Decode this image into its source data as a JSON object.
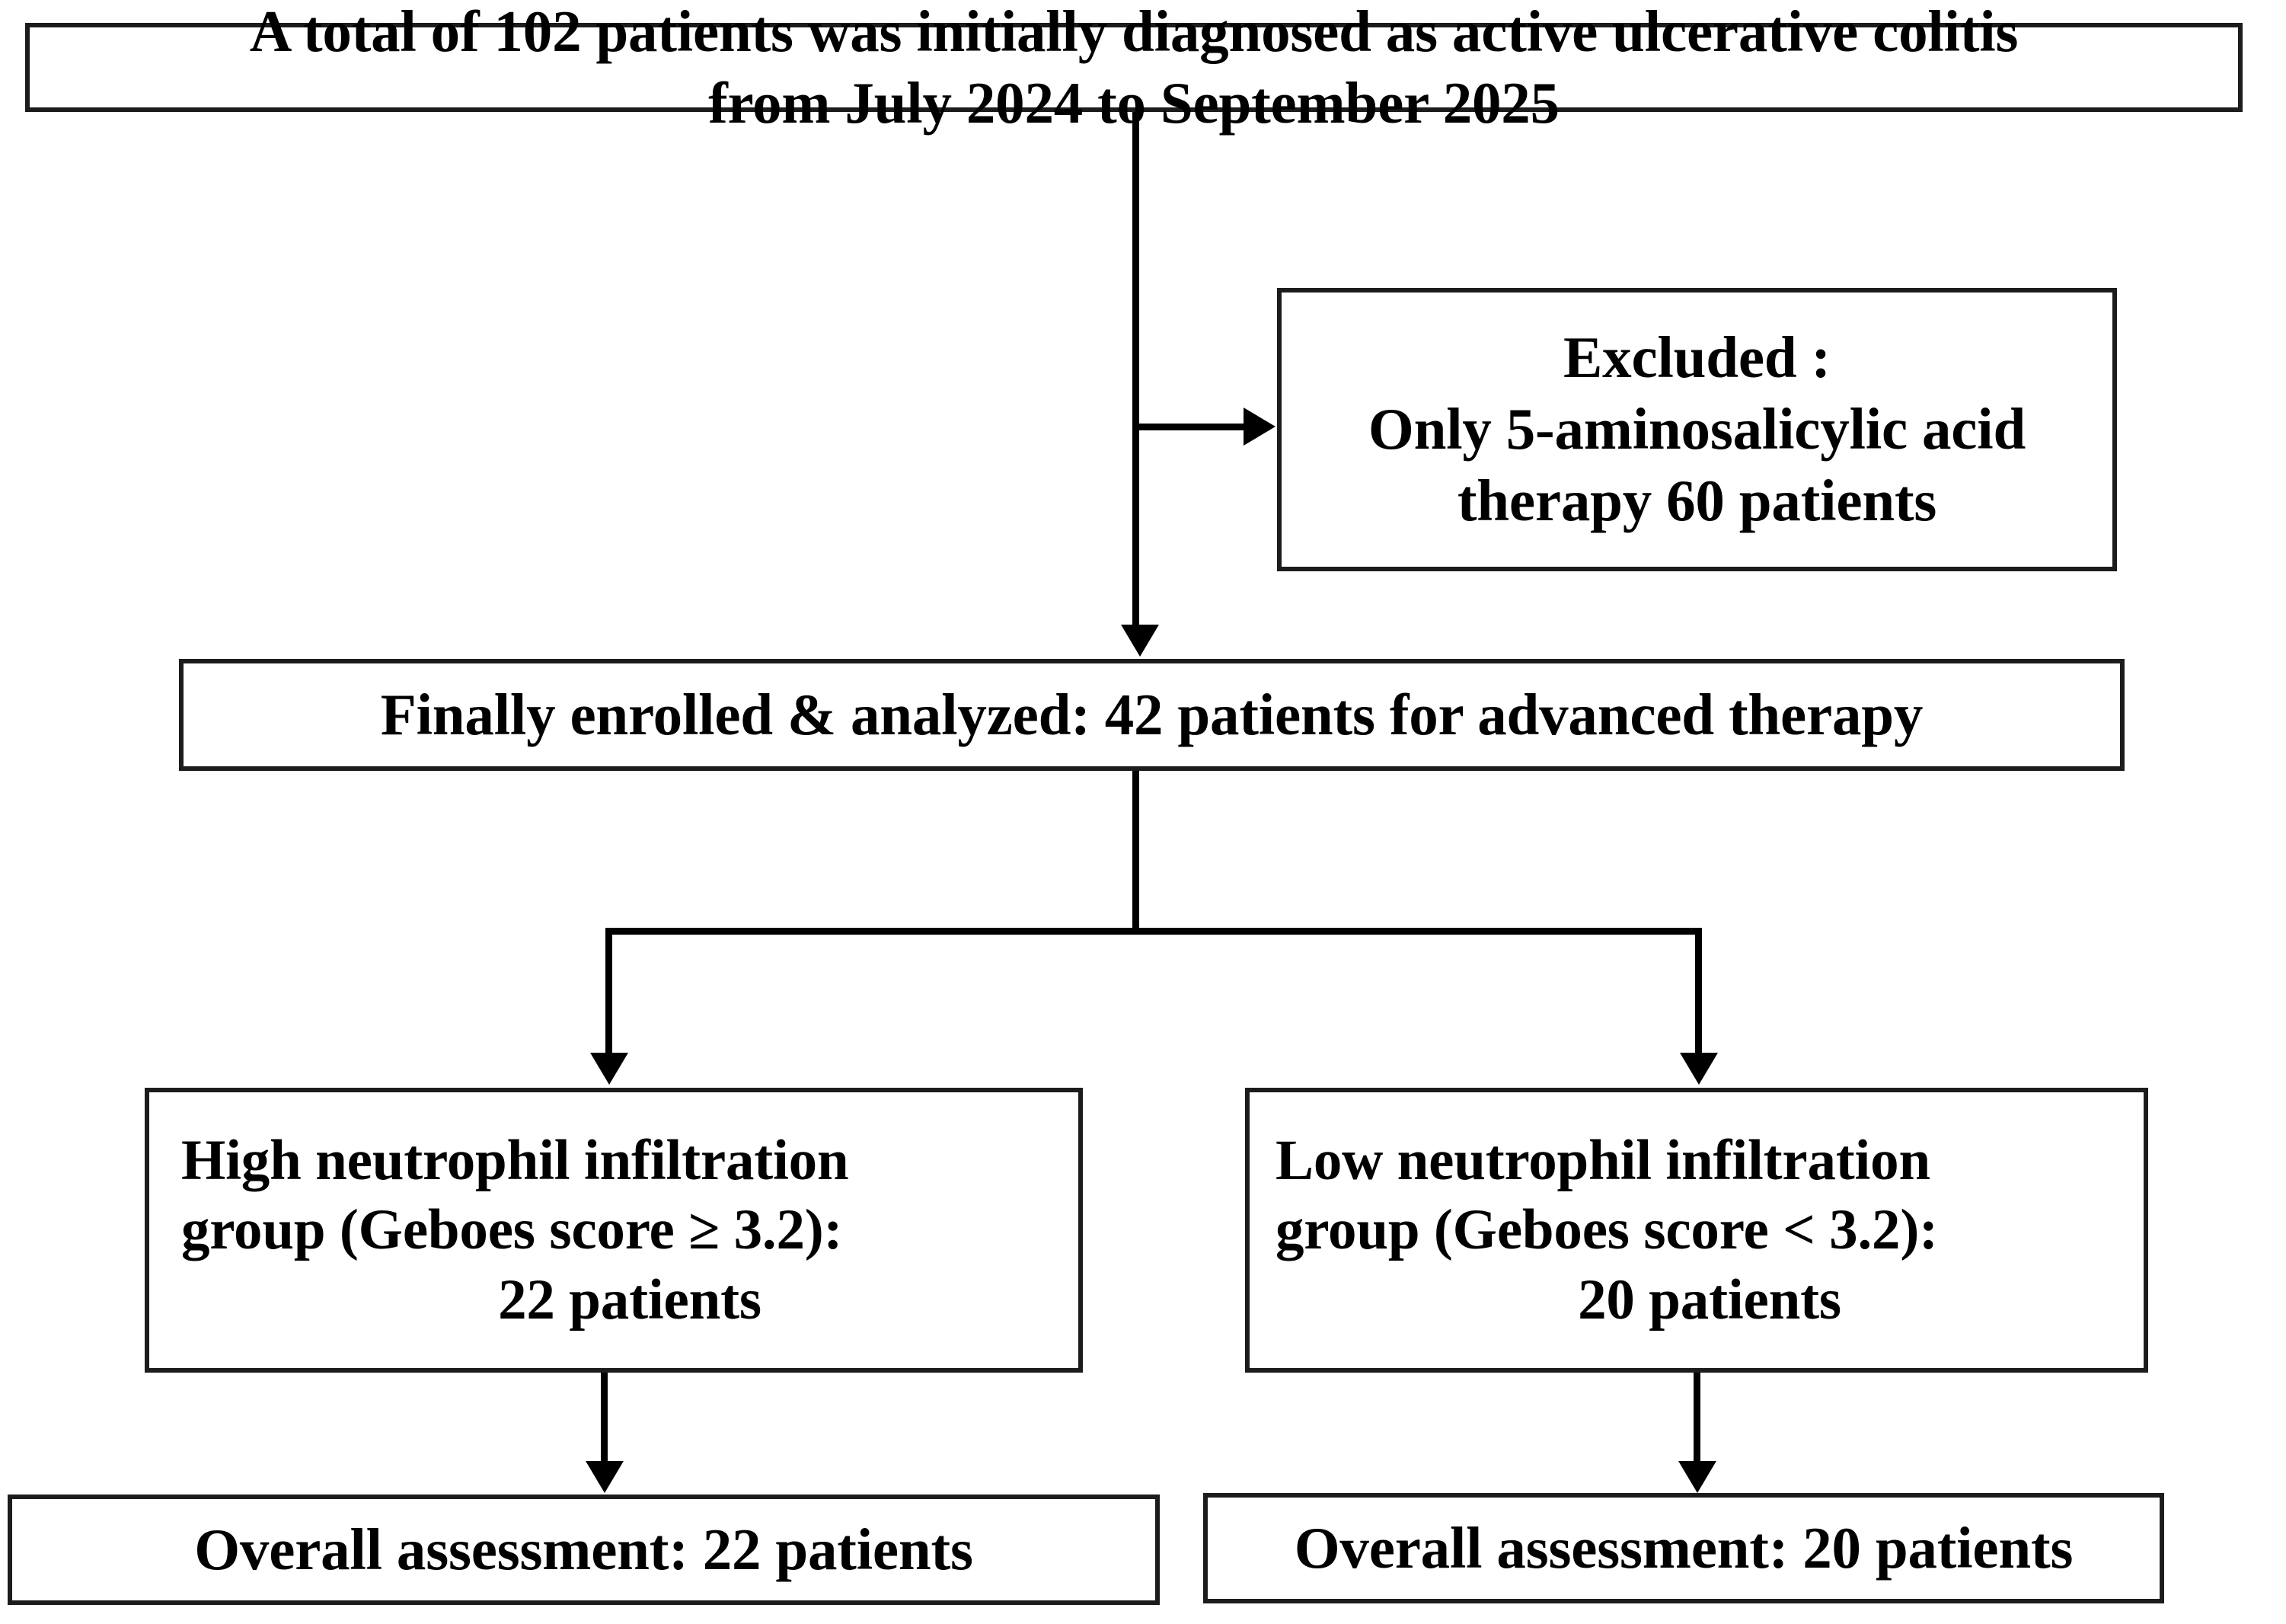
{
  "figure": {
    "type": "flowchart",
    "orientation": "top-down",
    "title": "Patient enrollment flow diagram"
  },
  "nodes": {
    "total_cohort": {
      "id": "total-cohort",
      "lines": [
        "A total of 102 patients was initially diagnosed as active ulcerative colitis",
        "from July 2024 to September 2025"
      ],
      "count": 102
    },
    "excluded": {
      "id": "excluded",
      "lines": [
        "Excluded :",
        "Only 5-aminosalicylic acid",
        "therapy 60 patients"
      ],
      "count": 60
    },
    "enrolled": {
      "id": "enrolled",
      "lines": [
        "Finally enrolled & analyzed: 42 patients for advanced therapy"
      ],
      "count": 42
    },
    "high_group": {
      "id": "high-neutrophil-group",
      "lines": [
        "High neutrophil infiltration",
        "group (Geboes score ≥ 3.2):",
        "22 patients"
      ],
      "count": 22
    },
    "low_group": {
      "id": "low-neutrophil-group",
      "lines": [
        "Low neutrophil infiltration",
        "group (Geboes score < 3.2):",
        "20 patients"
      ],
      "count": 20
    },
    "assess_left": {
      "id": "overall-assessment-high",
      "lines": [
        "Overall assessment: 22 patients"
      ],
      "count": 22
    },
    "assess_right": {
      "id": "overall-assessment-low",
      "lines": [
        "Overall assessment: 20 patients"
      ],
      "count": 20
    }
  },
  "edges": [
    {
      "from": "total_cohort",
      "to": "enrolled",
      "style": "arrow-down"
    },
    {
      "from": "total_cohort",
      "to": "excluded",
      "style": "arrow-right"
    },
    {
      "from": "enrolled",
      "to": "high_group",
      "style": "split-arrow-down"
    },
    {
      "from": "enrolled",
      "to": "low_group",
      "style": "split-arrow-down"
    },
    {
      "from": "high_group",
      "to": "assess_left",
      "style": "arrow-down"
    },
    {
      "from": "low_group",
      "to": "assess_right",
      "style": "arrow-down"
    }
  ],
  "colors": {
    "background": "#ffffff",
    "box_border": "#1c1c1c",
    "text": "#000000",
    "connector": "#000000"
  }
}
